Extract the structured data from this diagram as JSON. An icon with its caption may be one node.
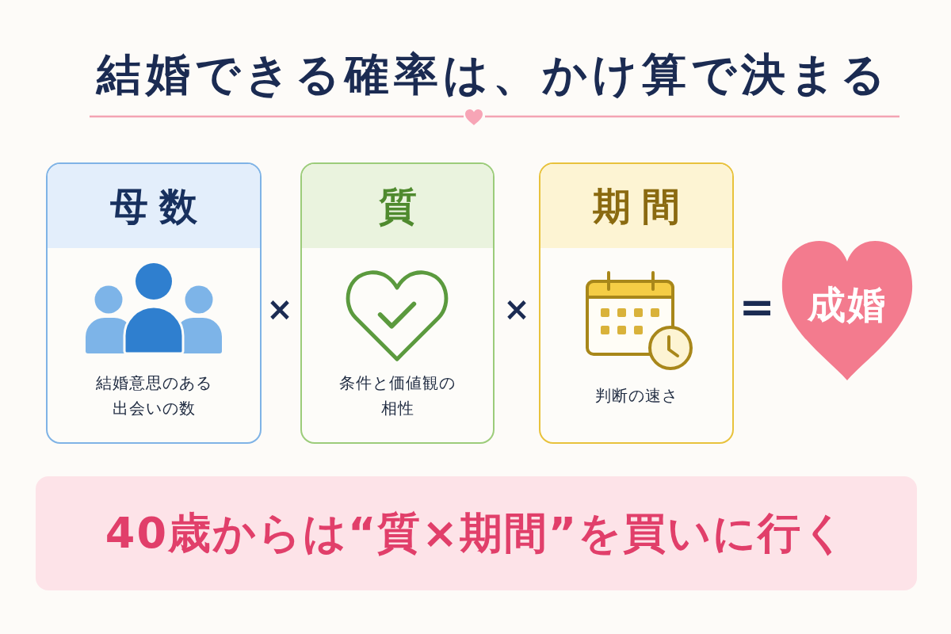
{
  "diagram": {
    "title": "結婚できる確率は、かけ算で決まる",
    "nodes": [
      {
        "text": [
          "母数",
          "結婚意思のある出会いの数"
        ]
      },
      {
        "text": [
          "質",
          "条件と価値観の相性"
        ]
      },
      {
        "text": [
          "期間",
          "判断の速さ"
        ]
      },
      {
        "text": [
          "成婚"
        ]
      },
      {
        "text": [
          "40歳からは“質×期間”を買いに行く"
        ]
      }
    ],
    "labels": [
      "×",
      "×",
      "="
    ]
  }
}
